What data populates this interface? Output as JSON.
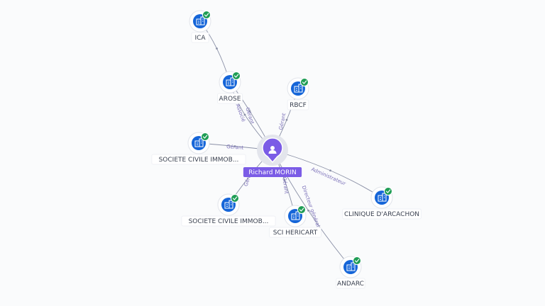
{
  "colors": {
    "edge": "#8a90a6",
    "node_blue": "#1565d8",
    "check_green": "#1f9d55",
    "center_purple": "#7b5ce6",
    "halo": "#e3e5ec",
    "label_bg": "#ffffff"
  },
  "center": {
    "label": "Richard MORIN",
    "icon": "person-icon"
  },
  "nodes": [
    {
      "id": "ica",
      "label": "ICA",
      "icon": "building-icon",
      "verified": true
    },
    {
      "id": "arose",
      "label": "AROSE",
      "icon": "building-icon",
      "verified": true
    },
    {
      "id": "rbcf",
      "label": "RBCF",
      "icon": "building-icon",
      "verified": true
    },
    {
      "id": "sci1",
      "label": "SOCIETE CIVILE IMMOB...",
      "icon": "building-icon",
      "verified": true
    },
    {
      "id": "clinique",
      "label": "CLINIQUE D'ARCACHON",
      "icon": "building-icon",
      "verified": true
    },
    {
      "id": "sci2",
      "label": "SOCIETE CIVILE IMMOB...",
      "icon": "building-icon",
      "verified": true
    },
    {
      "id": "hericart",
      "label": "SCI HERICART",
      "icon": "building-icon",
      "verified": true
    },
    {
      "id": "andarc",
      "label": "ANDARC",
      "icon": "building-icon",
      "verified": true
    }
  ],
  "edges": [
    {
      "from": "arose",
      "to": "ica",
      "label": ""
    },
    {
      "from": "center",
      "to": "arose",
      "label": "Gérant"
    },
    {
      "from": "center",
      "to": "arose",
      "label": "Associé"
    },
    {
      "from": "center",
      "to": "rbcf",
      "label": "Gérant"
    },
    {
      "from": "center",
      "to": "sci1",
      "label": "Gérant"
    },
    {
      "from": "center",
      "to": "clinique",
      "label": "Administrateur"
    },
    {
      "from": "center",
      "to": "sci2",
      "label": "Gérant"
    },
    {
      "from": "center",
      "to": "hericart",
      "label": "Gérant"
    },
    {
      "from": "center",
      "to": "andarc",
      "label": "Directeur général"
    }
  ]
}
